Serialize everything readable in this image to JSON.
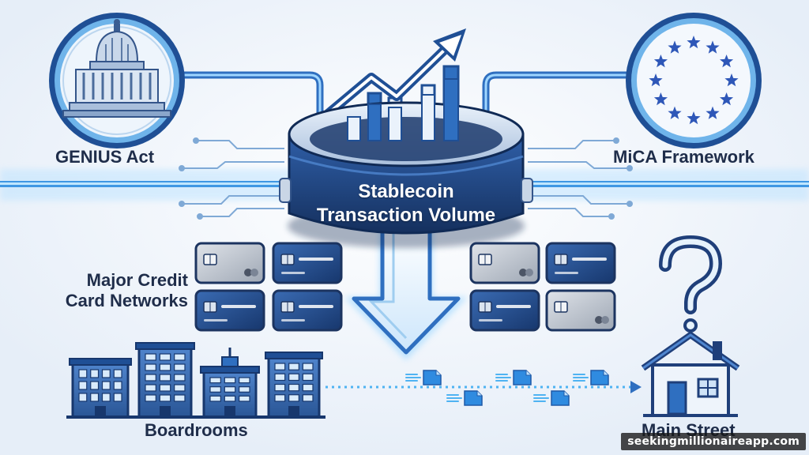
{
  "labels": {
    "genius_act": "GENIUS Act",
    "mica_framework": "MiCA Framework",
    "center_line1": "Stablecoin",
    "center_line2": "Transaction Volume",
    "cards_line1": "Major Credit",
    "cards_line2": "Card Networks",
    "boardrooms": "Boardrooms",
    "main_street": "Main Street"
  },
  "watermark": "seekingmillionaireapp.com",
  "icons": {
    "left_seal": "capitol-building-icon",
    "right_seal": "eu-stars-icon",
    "center": "stablecoin-ring-icon",
    "growth": "trend-arrow-icon",
    "down": "down-arrow-icon",
    "cards": "credit-card-icon",
    "buildings": "office-building-icon",
    "home": "house-icon",
    "question": "question-mark-icon"
  },
  "colors": {
    "navy": "#1f3f7a",
    "blue": "#2f6fc0",
    "light_blue": "#4fb3f2",
    "glow": "#8fd3ff",
    "eu_star": "#2e57b8",
    "text": "#1f2d4a"
  }
}
